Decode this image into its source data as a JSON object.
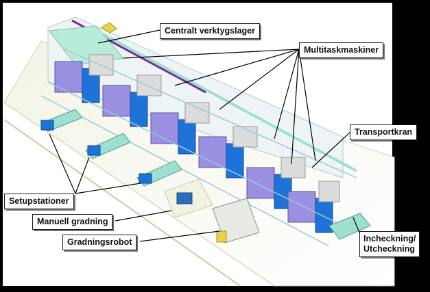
{
  "labels": {
    "central_tool_storage": "Centralt verktygslager",
    "multitask_machines": "Multitaskmaskiner",
    "transport_crane": "Transportkran",
    "setup_stations": "Setupstationer",
    "manual_deburring": "Manuell gradning",
    "deburring_robot": "Gradningsrobot",
    "check_in_line1": "Incheckning/",
    "check_in_line2": "Utcheckning"
  },
  "colors": {
    "frame": "#000000",
    "floor": "#ffffff",
    "floor_edge": "#d7dcc4",
    "machine_blue": "#1e73d9",
    "machine_lavender": "#9a8fe0",
    "machine_grey": "#dcdcdc",
    "rail_green": "#9ee0cf",
    "crane_purple": "#7a2a9a",
    "robot_yellow": "#e8d24a"
  }
}
